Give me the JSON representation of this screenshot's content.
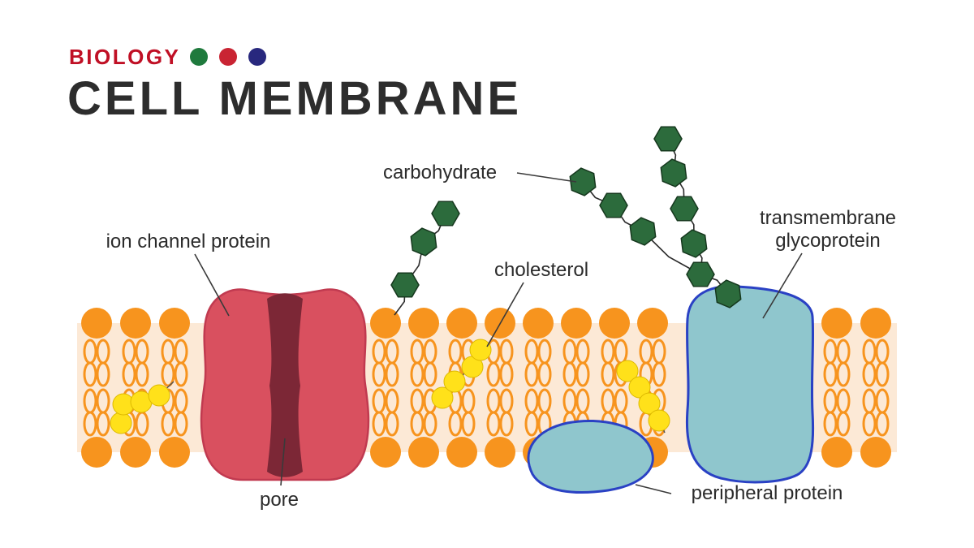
{
  "header": {
    "series_label": "BIOLOGY",
    "title": "CELL MEMBRANE",
    "dot_colors": [
      "#1F7A3D",
      "#C92433",
      "#28287E"
    ]
  },
  "diagram": {
    "labels": {
      "ion_channel": "ion channel protein",
      "pore": "pore",
      "carbohydrate": "carbohydrate",
      "cholesterol": "cholesterol",
      "transmembrane_line1": "transmembrane",
      "transmembrane_line2": "glycoprotein",
      "peripheral": "peripheral protein"
    },
    "colors": {
      "series_red": "#C01025",
      "lipid_head": "#F7941E",
      "membrane_bg": "#FCE9D6",
      "channel_protein": "#D9505F",
      "channel_outline": "#C13A50",
      "pore": "#7C2736",
      "glycoprotein_fill": "#8FC6CD",
      "protein_outline": "#2A41C4",
      "carbohydrate_green": "#2C6B3C",
      "cholesterol_yellow": "#FFE11A"
    }
  }
}
